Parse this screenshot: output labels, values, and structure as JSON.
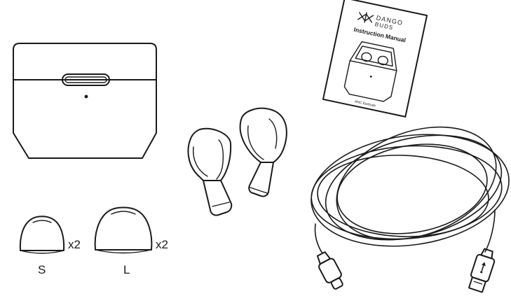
{
  "manual": {
    "brand_line1": "DANGO",
    "brand_line2": "BUDS",
    "title": "Instruction Manual",
    "footer": "ANC Earbuds"
  },
  "eartips": {
    "small": {
      "size_label": "S",
      "qty_label": "x2"
    },
    "large": {
      "size_label": "L",
      "qty_label": "x2"
    }
  },
  "icons": {
    "brand_logo": "dango-logo-icon",
    "cable_connector": "usb-symbol-icon"
  },
  "colors": {
    "line": "#1a1a1a",
    "background": "#ffffff"
  }
}
